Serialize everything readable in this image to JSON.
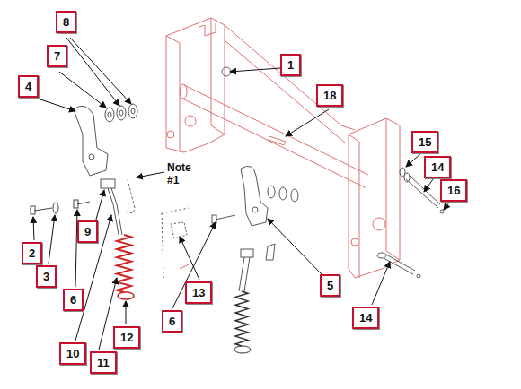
{
  "diagram": {
    "labels": [
      "8",
      "7",
      "1",
      "4",
      "18",
      "15",
      "14",
      "16",
      "Note #1",
      "2",
      "3",
      "6",
      "9",
      "13",
      "5",
      "6",
      "14",
      "10",
      "11",
      "12"
    ]
  }
}
